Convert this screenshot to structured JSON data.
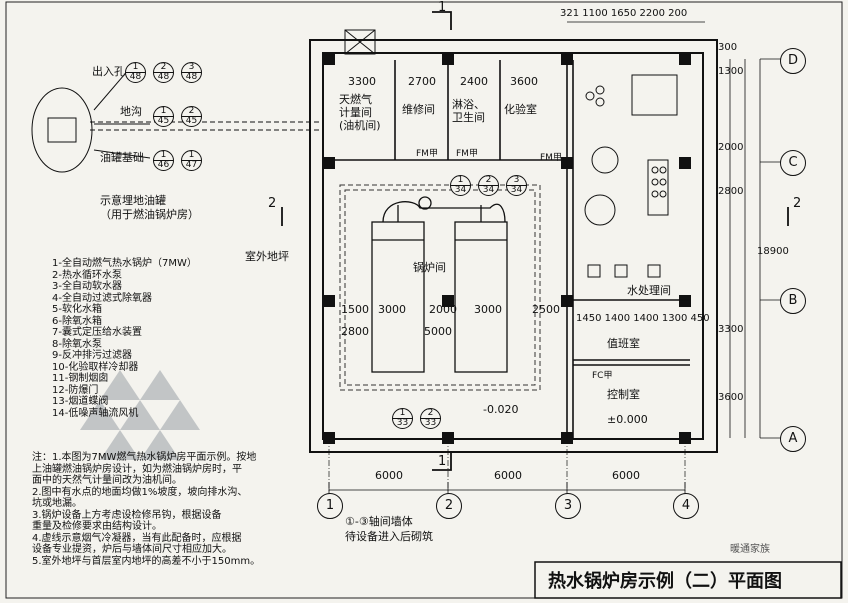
{
  "title": "热水锅炉房示例（二）平面图",
  "watermark": "暖通家族",
  "axes": {
    "cols": [
      "1",
      "2",
      "3",
      "4"
    ],
    "rows": [
      "D",
      "C",
      "B",
      "A"
    ]
  },
  "sections": {
    "top": "1",
    "bottom": "1",
    "left": "2",
    "right": "2"
  },
  "dims": {
    "top": "321 1100 1650   2200 200",
    "r1": "3300",
    "r2": "2700",
    "r3": "2400",
    "r4": "3600",
    "b1": "1500",
    "b2": "3000",
    "b3": "2000",
    "b4": "3000",
    "b5": "2500",
    "c1": "2800",
    "c2": "5000",
    "water": "1450 1400 1400 1300 450",
    "bottom": [
      "6000",
      "6000",
      "6000"
    ],
    "right": [
      "300",
      "1300",
      "2000",
      "2800",
      "3300",
      "3600"
    ],
    "total": "18900"
  },
  "rooms": {
    "gas": "天燃气\n计量间\n(油机间)",
    "repair": "维修间",
    "bath": "淋浴、\n卫生间",
    "lab": "化验室",
    "boiler": "锅炉间",
    "water": "水处理间",
    "duty": "值班室",
    "control": "控制室",
    "elev": "±0.000",
    "elev_neg": "-0.020"
  },
  "callouts": {
    "fm1": "FM甲",
    "fm2": "FM甲",
    "fm3": "FM甲",
    "door": "FC甲"
  },
  "labels": {
    "outdoor": "室外地坪",
    "inlet": "出入孔",
    "trench": "地沟",
    "tank_base": "油罐基础",
    "tank_caption": "示意埋地油罐\n（用于燃油锅炉房）",
    "wall_note": "①-③轴间墙体\n待设备进入后砌筑"
  },
  "refs": [
    {
      "a": "1",
      "b": "48"
    },
    {
      "a": "2",
      "b": "48"
    },
    {
      "a": "3",
      "b": "48"
    },
    {
      "a": "1",
      "b": "45"
    },
    {
      "a": "2",
      "b": "45"
    },
    {
      "a": "1",
      "b": "46"
    },
    {
      "a": "1",
      "b": "47"
    },
    {
      "a": "1",
      "b": "34"
    },
    {
      "a": "2",
      "b": "34"
    },
    {
      "a": "3",
      "b": "34"
    },
    {
      "a": "1",
      "b": "33"
    },
    {
      "a": "2",
      "b": "33"
    }
  ],
  "legend": [
    "1-全自动燃气热水锅炉（7MW）",
    "2-热水循环水泵",
    "3-全自动软水器",
    "4-全自动过滤式除氧器",
    "5-软化水箱",
    "6-除氧水箱",
    "7-囊式定压给水装置",
    "8-除氧水泵",
    "9-反冲排污过滤器",
    "10-化验取样冷却器",
    "11-钢制烟囱",
    "12-防爆门",
    "13-烟道蝶阀",
    "14-低噪声轴流风机"
  ],
  "notes": [
    "注：1.本图为7MW燃气热水锅炉房平面示例。按地",
    "      上油罐燃油锅炉房设计，如为燃油锅炉房时，平",
    "      面中的天然气计量间改为油机间。",
    "   2.图中有水点的地面均做1%坡度，坡向排水沟、",
    "      坑或地漏。",
    "   3.锅炉设备上方考虑设检修吊钩，根据设备",
    "      重量及检修要求由结构设计。",
    "   4.虚线示意烟气冷凝器，当有此配备时，应根据",
    "      设备专业提资，炉后与墙体间尺寸相应加大。",
    "   5.室外地坪与首层室内地坪的高差不小于150mm。",
    ""
  ]
}
